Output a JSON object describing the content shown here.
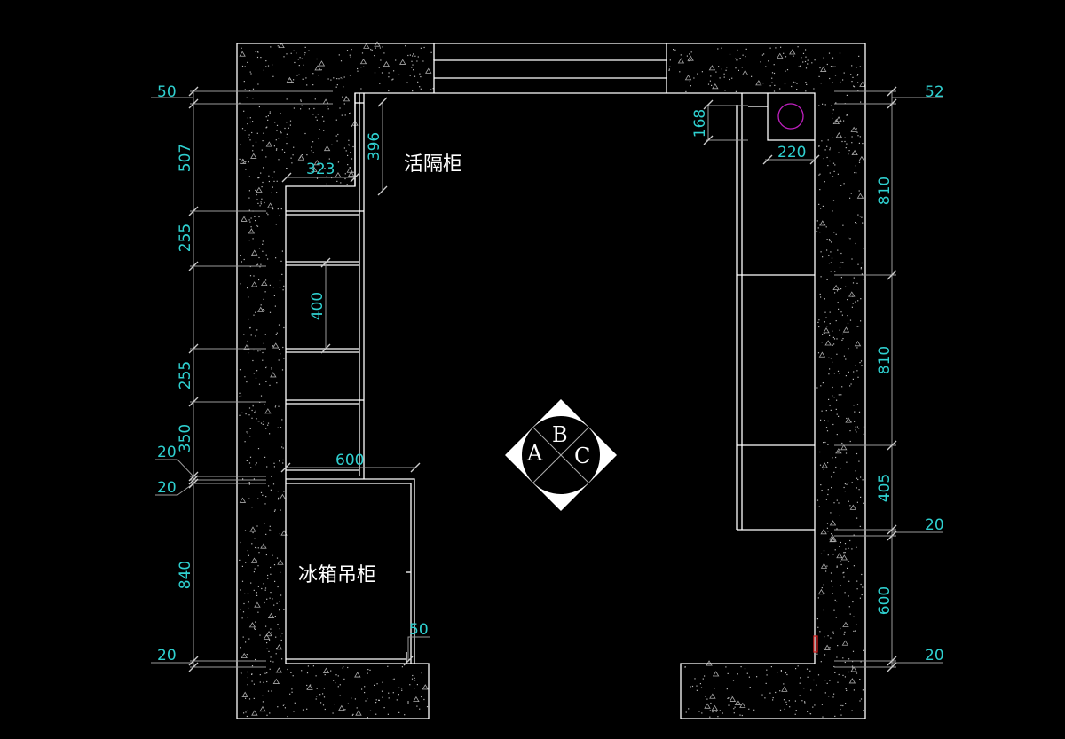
{
  "labels": {
    "left_cabinet": "活隔柜",
    "fridge_cabinet": "冰箱吊柜"
  },
  "symbol": {
    "letters": [
      "A",
      "B",
      "C"
    ]
  },
  "dimensions": {
    "left": [
      "50",
      "507",
      "255",
      "400",
      "255",
      "350",
      "20",
      "20",
      "840",
      "20"
    ],
    "top_left": {
      "d323": "323",
      "d396": "396",
      "d600": "600",
      "d50": "50"
    },
    "right": [
      "52",
      "810",
      "810",
      "405",
      "20",
      "600",
      "20"
    ],
    "top_right": {
      "d168": "168",
      "d220": "220"
    }
  },
  "colors": {
    "background": "#000000",
    "dimension": "#2fd0d0",
    "lines": "#ffffff",
    "circle": "#c020c0",
    "marker": "#d02020"
  }
}
